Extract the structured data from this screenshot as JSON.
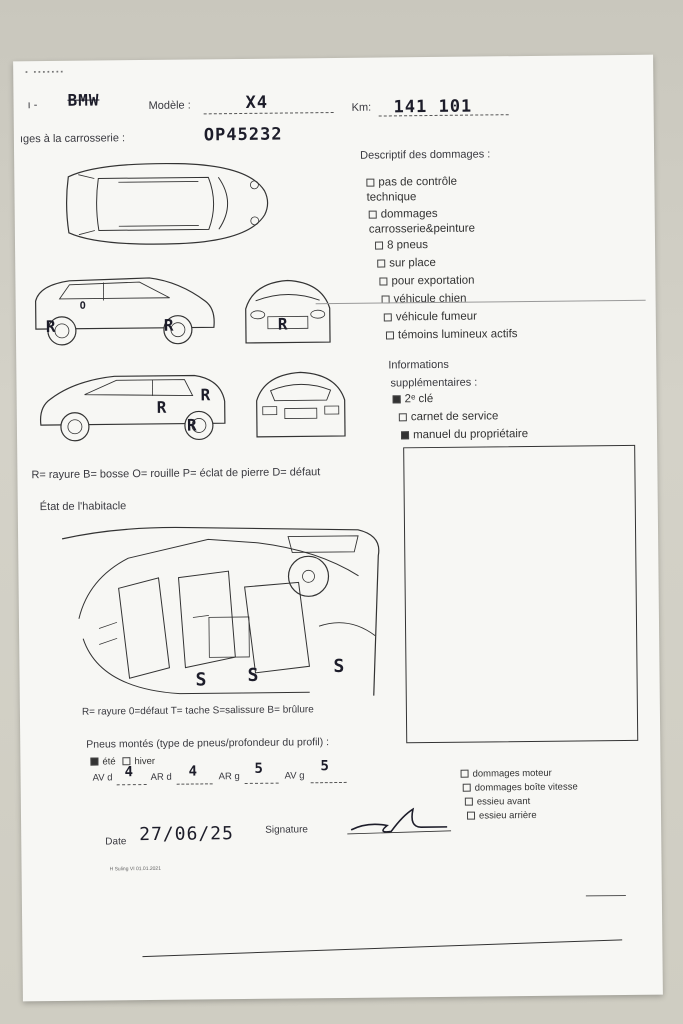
{
  "header": {
    "brand_handwritten": "BMW",
    "model_label": "Modèle :",
    "model_value": "X4",
    "km_label": "Km:",
    "km_value": "141 101",
    "plate_value": "OP45232"
  },
  "bodywork": {
    "title": "ıges à la carrosserie :",
    "legend": "R= rayure B= bosse O= rouille P= éclat de pierre D= défaut",
    "marks": [
      "R",
      "O",
      "R",
      "R",
      "R",
      "R",
      "R"
    ]
  },
  "damages": {
    "title": "Descriptif des dommages :",
    "options": [
      {
        "label": "pas de contrôle technique",
        "checked": false
      },
      {
        "label": "dommages carrosserie&peinture",
        "checked": false
      },
      {
        "label": "8 pneus",
        "checked": false
      },
      {
        "label": "sur place",
        "checked": false
      },
      {
        "label": "pour exportation",
        "checked": false
      },
      {
        "label": "véhicule chien",
        "checked": false
      },
      {
        "label": "véhicule fumeur",
        "checked": false
      },
      {
        "label": "témoins lumineux actifs",
        "checked": false
      }
    ]
  },
  "extra_info": {
    "title_line1": "Informations",
    "title_line2": "supplémentaires :",
    "options": [
      {
        "label": "2ᵉ clé",
        "checked": true
      },
      {
        "label": "carnet de service",
        "checked": false
      },
      {
        "label": "manuel du propriétaire",
        "checked": true
      }
    ]
  },
  "interior": {
    "title": "État de l'habitacle",
    "legend": "R= rayure 0=défaut T= tache S=salissure B= brûlure",
    "marks": [
      "S",
      "S",
      "S"
    ]
  },
  "tires": {
    "title": "Pneus montés (type de pneus/profondeur du profil) :",
    "summer_label": "été",
    "winter_label": "hiver",
    "summer_checked": true,
    "winter_checked": false,
    "av_d_label": "AV d",
    "av_d_value": "4",
    "ar_d_label": "AR d",
    "ar_d_value": "4",
    "ar_g_label": "AR g",
    "ar_g_value": "5",
    "av_g_label": "AV g",
    "av_g_value": "5"
  },
  "mechanical": {
    "options": [
      {
        "label": "dommages moteur",
        "checked": false
      },
      {
        "label": "dommages boîte vitesse",
        "checked": false
      },
      {
        "label": "essieu avant",
        "checked": false
      },
      {
        "label": "essieu arrière",
        "checked": false
      }
    ]
  },
  "footer": {
    "date_label": "Date",
    "date_value": "27/06/25",
    "signature_label": "Signature",
    "form_code": "H Suling VI 01.01.2021"
  }
}
